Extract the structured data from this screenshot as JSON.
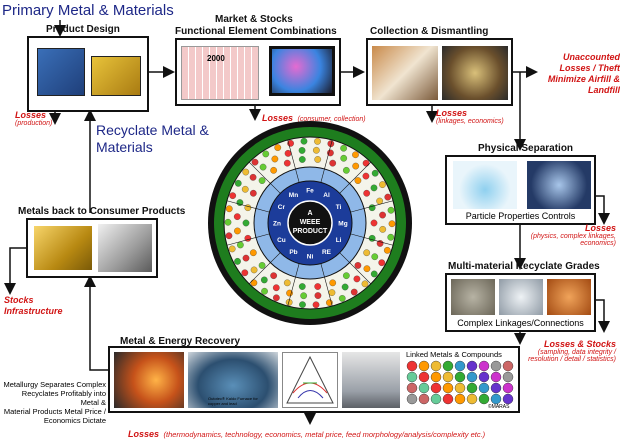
{
  "headline": "Primary Metal & Materials",
  "recycle_heading": "Recyclate Metal & Materials",
  "nodes": {
    "product_design": {
      "title": "Product Design"
    },
    "market": {
      "title_line1": "Market & Stocks",
      "title_line2": "Functional Element Combinations",
      "year": "2000"
    },
    "collection": {
      "title": "Collection & Dismantling"
    },
    "physical_separation": {
      "title": "Physical Separation",
      "caption": "Particle Properties Controls"
    },
    "multi_material": {
      "title": "Multi-material Recyclate Grades",
      "caption": "Complex Linkages/Connections"
    },
    "metal_energy": {
      "title": "Metal & Energy Recovery",
      "furnace_label": "Outotec® Kaldo Furnace for copper and lead",
      "compounds_label": "Linked Metals & Compounds",
      "credit": "©MARAS"
    },
    "metals_back": {
      "title": "Metals back to Consumer Products"
    }
  },
  "losses": {
    "production": {
      "main": "Losses",
      "sub": "(production)"
    },
    "consumer": {
      "main": "Losses",
      "sub": "(consumer, collection)"
    },
    "linkages": {
      "main": "Losses",
      "sub": "(linkages, economics)"
    },
    "unaccounted": {
      "line1": "Unaccounted",
      "line2": "Losses / Theft",
      "line3": "Minimize Airfill &",
      "line4": "Landfill"
    },
    "physics": {
      "main": "Losses",
      "sub1": "(physics, complex linkages,",
      "sub2": "economics)"
    },
    "stocks": {
      "main": "Losses & Stocks",
      "sub1": "(sampling, data integrity /",
      "sub2": "resolution / detail / statistics)"
    },
    "thermo": {
      "main": "Losses",
      "sub": "(thermodynamics, technology, economics, metal price, feed morphology/analysis/complexity etc.)"
    }
  },
  "stocks_infra": {
    "line1": "Stocks",
    "line2": "Infrastructure"
  },
  "metallurgy_note": {
    "line1": "Metallurgy Separates Complex",
    "line2": "Recyclates Profitably into Metal &",
    "line3": "Material Products Metal Price /",
    "line4": "Economics Dictate"
  },
  "wheel": {
    "center_line1": "A",
    "center_line2": "WEEE",
    "center_line3": "PRODUCT",
    "inner_elements": [
      "Fe",
      "Al",
      "Ti",
      "Mg",
      "Li",
      "RE",
      "Ni",
      "Pb",
      "Cu",
      "Zn",
      "Cr",
      "Mn"
    ]
  },
  "colors": {
    "loss_red": "#d11414",
    "navy": "#1d2787",
    "ring_green": "#1e7d1e",
    "ring_blue": "#8fb8e8",
    "core_blue": "#1c3c9a"
  }
}
